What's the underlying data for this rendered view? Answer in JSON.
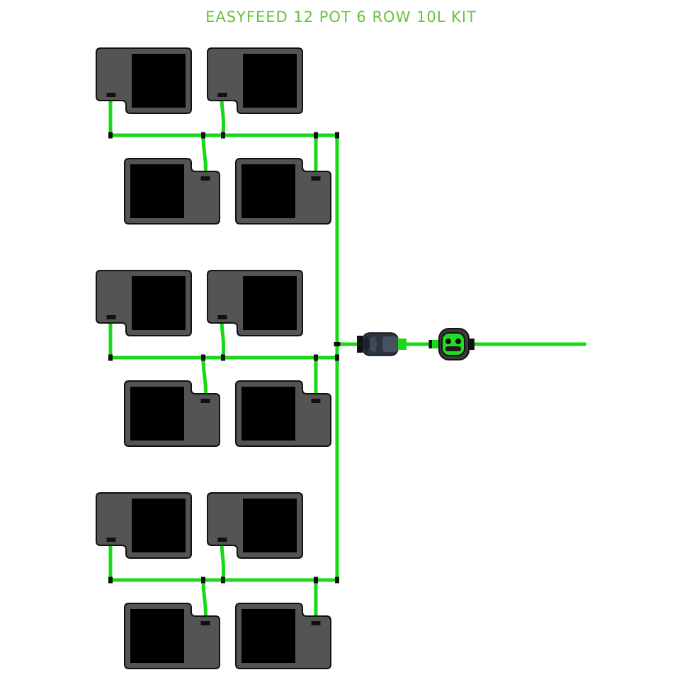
{
  "title": "EASYFEED 12 POT 6 ROW 10L KIT",
  "colors": {
    "title": "#66c23a",
    "tube": "#18d818",
    "pot_body": "#545454",
    "pot_inner": "#000000",
    "pot_outline": "#111111",
    "connector": "#111111",
    "filter_body": "#2b3440",
    "valve_body": "#3a3a3a",
    "valve_face": "#22dd22"
  },
  "components": {
    "pots": 12,
    "rows": 6,
    "inline_filter_icon": "inline-filter-icon",
    "feed_valve_icon": "feed-valve-icon"
  }
}
